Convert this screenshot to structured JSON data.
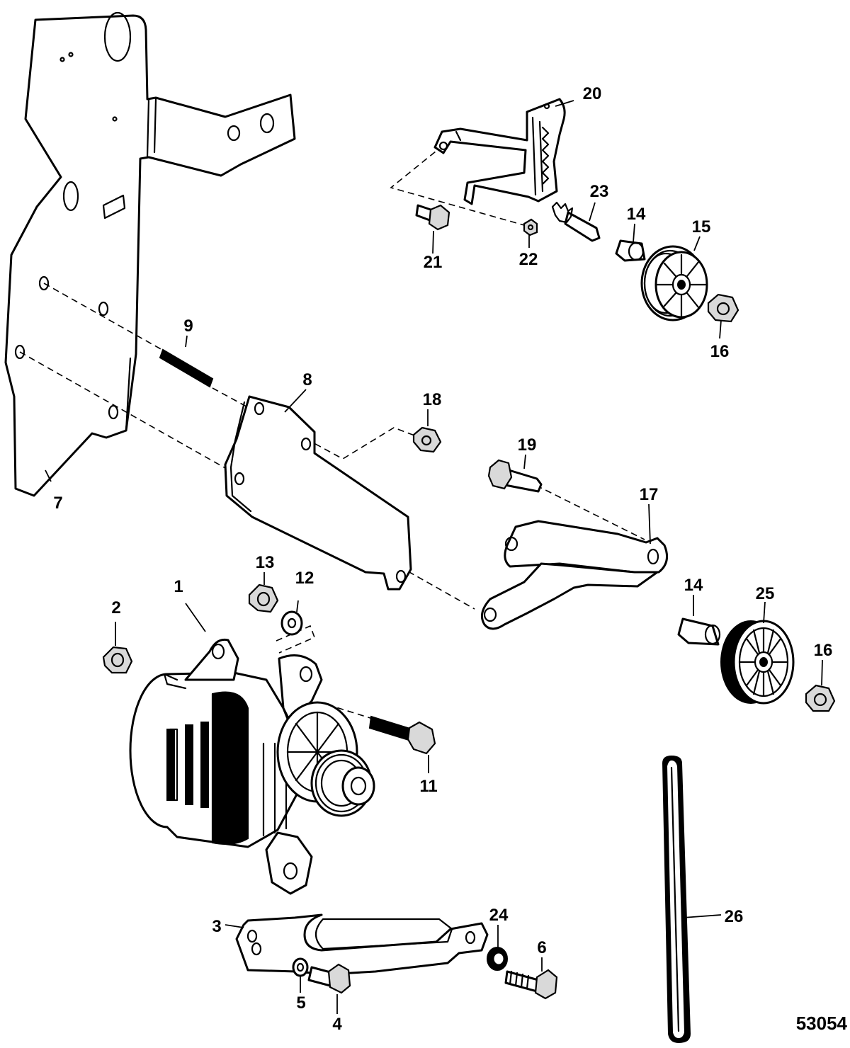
{
  "callouts": {
    "c1": "1",
    "c2": "2",
    "c3": "3",
    "c4": "4",
    "c5": "5",
    "c6": "6",
    "c7": "7",
    "c8": "8",
    "c9": "9",
    "c11": "11",
    "c12": "12",
    "c13": "13",
    "c14a": "14",
    "c14b": "14",
    "c15": "15",
    "c16a": "16",
    "c16b": "16",
    "c17": "17",
    "c18": "18",
    "c19": "19",
    "c20": "20",
    "c21": "21",
    "c22": "22",
    "c23": "23",
    "c24": "24",
    "c25": "25",
    "c26": "26"
  },
  "document_number": "53054"
}
